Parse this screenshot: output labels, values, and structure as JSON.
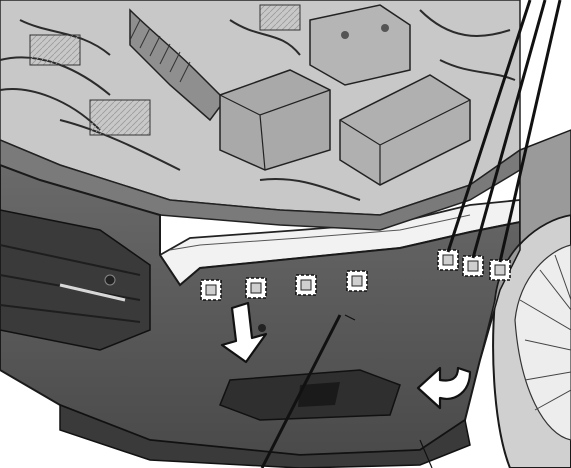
{
  "figure": {
    "subject": "front-bumper-cover-removal",
    "clips": {
      "upper_center_count": 4,
      "upper_right_count": 3
    },
    "arrows": {
      "pull_down": "arrow-down-icon",
      "pull_outward": "arrow-curved-left-icon"
    },
    "colors": {
      "bumper": "#5a5a5a",
      "bumper_dark": "#3c3c3c",
      "engine_bay": "#bdbdbd",
      "outline": "#1a1a1a",
      "callout": "#111111"
    }
  }
}
